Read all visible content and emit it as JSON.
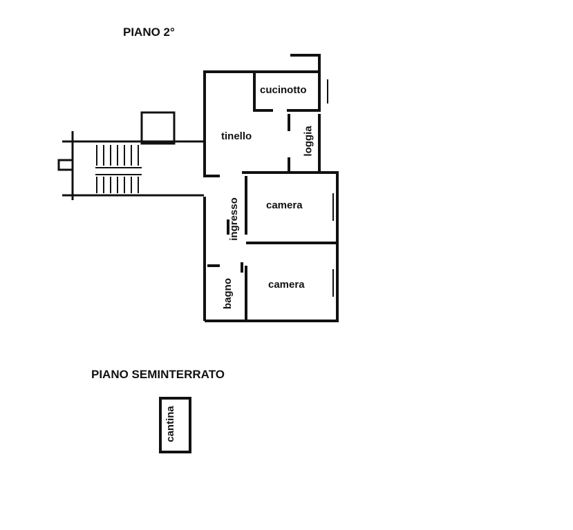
{
  "floors": [
    {
      "title": "PIANO 2°",
      "rooms": [
        "cucinotto",
        "tinello",
        "loggia",
        "camera",
        "ingresso",
        "camera",
        "bagno"
      ]
    },
    {
      "title": "PIANO SEMINTERRATO",
      "rooms": [
        "cantina"
      ]
    }
  ]
}
